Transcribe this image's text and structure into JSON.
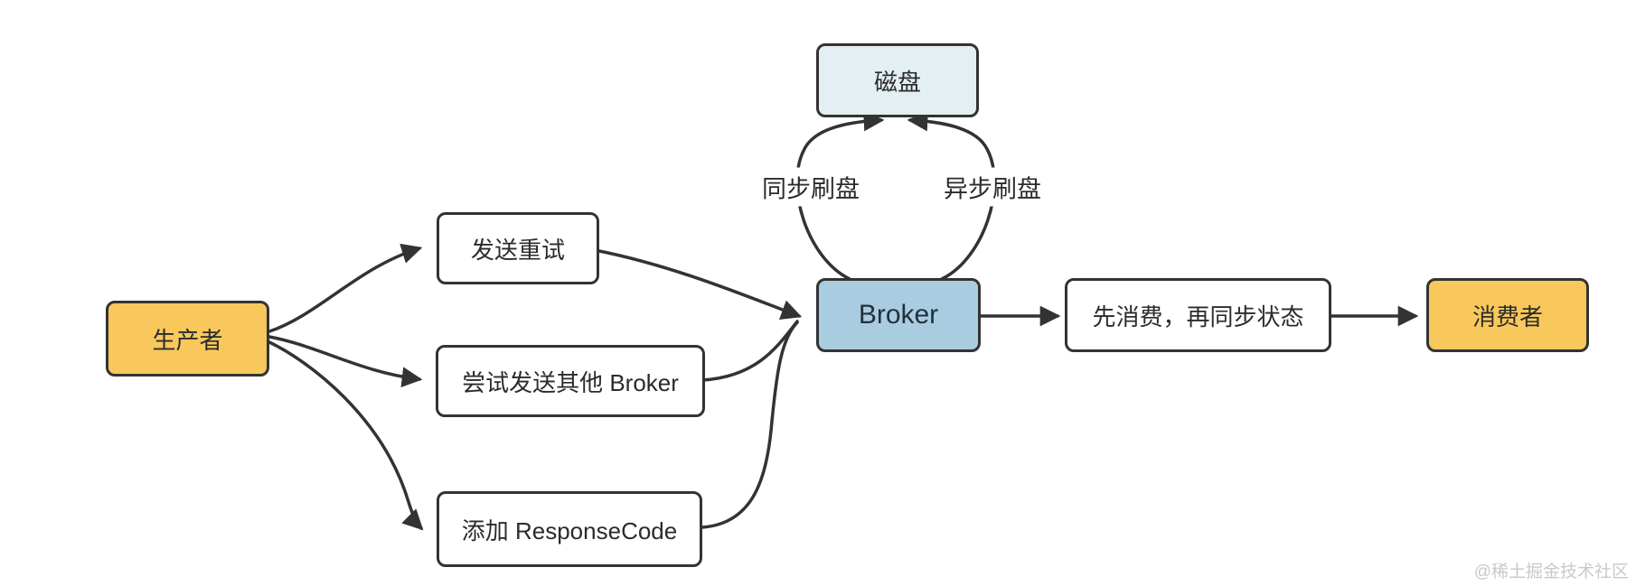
{
  "diagram": {
    "title": "RocketMQ message reliability flow",
    "nodes": {
      "producer": {
        "label": "生产者",
        "fill": "#F8C85C"
      },
      "retry": {
        "label": "发送重试",
        "fill": "#FFFFFF"
      },
      "try_other": {
        "label": "尝试发送其他 Broker",
        "fill": "#FFFFFF"
      },
      "response_code": {
        "label": "添加 ResponseCode",
        "fill": "#FFFFFF"
      },
      "disk": {
        "label": "磁盘",
        "fill": "#E4EFF3"
      },
      "broker": {
        "label": "Broker",
        "fill": "#A9CCE1"
      },
      "consume": {
        "label": "先消费，再同步状态",
        "fill": "#FFFFFF"
      },
      "consumer": {
        "label": "消费者",
        "fill": "#F8C85C"
      }
    },
    "flush_labels": {
      "sync": "同步刷盘",
      "async": "异步刷盘"
    },
    "edges": [
      {
        "from": "producer",
        "to": "retry"
      },
      {
        "from": "producer",
        "to": "try_other"
      },
      {
        "from": "producer",
        "to": "response_code"
      },
      {
        "from": "retry",
        "to": "broker"
      },
      {
        "from": "try_other",
        "to": "broker"
      },
      {
        "from": "response_code",
        "to": "broker"
      },
      {
        "from": "broker",
        "to": "disk",
        "label": "同步刷盘"
      },
      {
        "from": "broker",
        "to": "disk",
        "label": "异步刷盘"
      },
      {
        "from": "broker",
        "to": "consume"
      },
      {
        "from": "consume",
        "to": "consumer"
      }
    ],
    "colors": {
      "stroke": "#333333",
      "text": "#2B2B2B",
      "node_yellow": "#F8C85C",
      "node_blue": "#A9CCE1",
      "node_lightblue": "#E4EFF3",
      "node_white": "#FFFFFF",
      "watermark": "#C9C9C9",
      "background": "#FFFFFF"
    },
    "watermark": "@稀土掘金技术社区"
  }
}
